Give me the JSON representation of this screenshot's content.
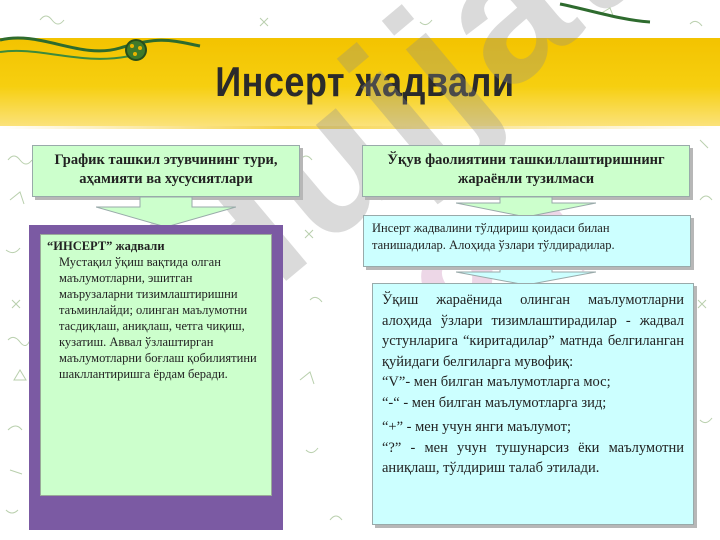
{
  "title": "Инсерт жадвали",
  "watermark": "Hujjat",
  "watermark_number": "24",
  "left_header": "График ташкил этувчининг тури, аҳамияти ва хусусиятлари",
  "right_header": "Ўқув фаолиятини ташкиллаштиришнинг жараёнли тузилмаси",
  "left_panel": {
    "lead": "“ИНСЕРТ” жадвали",
    "body": "Мустақил ўқиш вақтида олган маълумотларни, эшитган маърузаларни тизимлаштиришни таъминлайди; олинган маълумотни тасдиқлаш, аниқлаш, четга чиқиш, кузатиш. Аввал ўзлаштирган маълумотларни боғлаш қобилиятини шакллантиришга ёрдам беради."
  },
  "rule_text": "Инсерт жадвалини тўлдириш қоидаси билан танишадилар. Алоҳида ўзлари тўлдирадилар.",
  "main_panel": {
    "intro": "Ўқиш жараёнида олинган маълумотларни алоҳида ўзлари тизимлаштирадилар - жадвал устунларига “киритадилар” матнда белгиланган қуйидаги белгиларга мувофиқ:",
    "item_v": "“V”- мен билган маълумотларга мос;",
    "item_minus": "“-“ - мен билган маълумотларга зид;",
    "item_plus": "“+” - мен учун янги маълумот;",
    "item_q": "“?” - мен учун тушунарсиз ёки маълумотни аниқлаш, тўлдириш талаб этилади."
  },
  "colors": {
    "title_bar": "#f3c300",
    "green_box": "#ccffcc",
    "cyan_box": "#ccffff",
    "purple_frame": "#7b5aa3",
    "arrow_fill": "#ccffcc"
  }
}
